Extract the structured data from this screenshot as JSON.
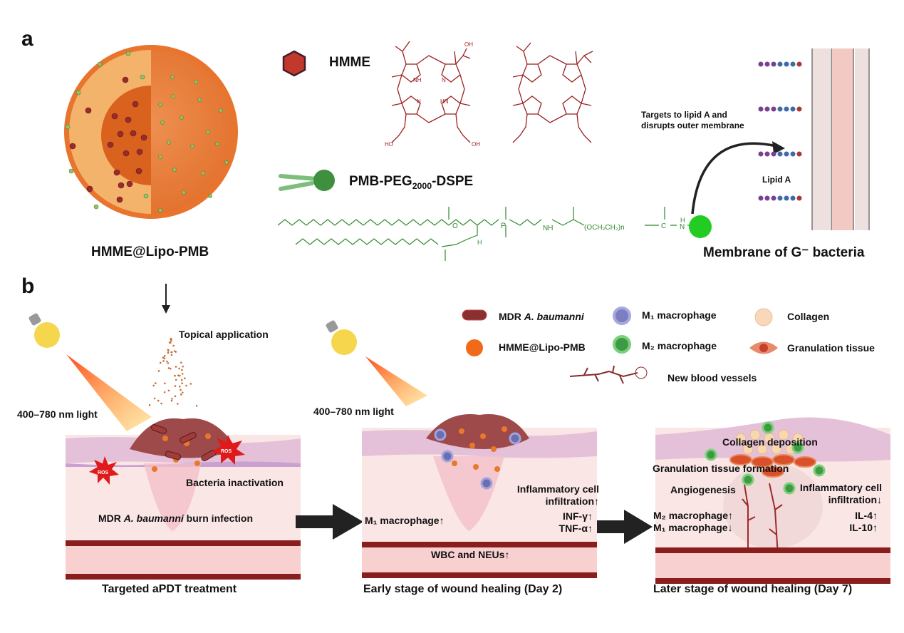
{
  "panel_a": {
    "letter": "a",
    "liposome_label": "HMME@Lipo-PMB",
    "hmme_label": "HMME",
    "hmme_structure_labels": [
      "NH",
      "N",
      "N",
      "HN",
      "OH",
      "HO",
      "OH"
    ],
    "pmb_label_prefix": "PMB-PEG",
    "pmb_label_sub": "2000",
    "pmb_label_suffix": "-DSPE",
    "pmb_structure_labels": {
      "ester_o": "O",
      "nh": "NH",
      "peg": "(OCH₂CH₂)n",
      "carbonyl": "C",
      "amide_h": "H",
      "amide_n": "N",
      "chiral_h": "H",
      "phosphate": "P"
    },
    "arrow_note_line1": "Targets to lipid A and",
    "arrow_note_line2": "disrupts outer membrane",
    "lipid_a_label": "Lipid A",
    "membrane_label": "Membrane of G⁻ bacteria",
    "colors": {
      "hmme": "#c0392b",
      "pmb": "#2e9a2e",
      "liposome_outer": "#e8803a",
      "liposome_inner": "#d9621f"
    }
  },
  "panel_b": {
    "letter": "b",
    "topical_label": "Topical application",
    "light_label_1": "400–780 nm light",
    "light_label_2": "400–780 nm light",
    "stage1": {
      "ros_1": "ROS",
      "ros_2": "ROS",
      "bacteria_inactivation": "Bacteria inactivation",
      "infection_prefix": "MDR ",
      "infection_italic": "A. baumanni",
      "infection_suffix": " burn infection",
      "caption": "Targeted aPDT treatment"
    },
    "stage2": {
      "inflammatory_line1": "Inflammatory cell",
      "inflammatory_line2": "infiltration↑",
      "m1": "M₁ macrophage↑",
      "inf": "INF-γ↑",
      "tnf": "TNF-α↑",
      "wbc": "WBC and NEUs↑",
      "caption": "Early stage of wound healing (Day 2)"
    },
    "stage3": {
      "collagen": "Collagen deposition",
      "granulation": "Granulation tissue formation",
      "angiogenesis": "Angiogenesis",
      "inflammatory_line1": "Inflammatory cell",
      "inflammatory_line2": "infiltration↓",
      "m2": "M₂ macrophage↑",
      "m1": "M₁ macrophage↓",
      "il4": "IL-4↑",
      "il10": "IL-10↑",
      "caption": "Later stage of wound healing (Day 7)"
    },
    "legend": {
      "bacteria_prefix": "MDR ",
      "bacteria_italic": "A. baumanni",
      "liposome": "HMME@Lipo-PMB",
      "m1": "M₁ macrophage",
      "m2": "M₂ macrophage",
      "collagen": "Collagen",
      "granulation": "Granulation tissue",
      "vessels": "New blood vessels"
    }
  }
}
